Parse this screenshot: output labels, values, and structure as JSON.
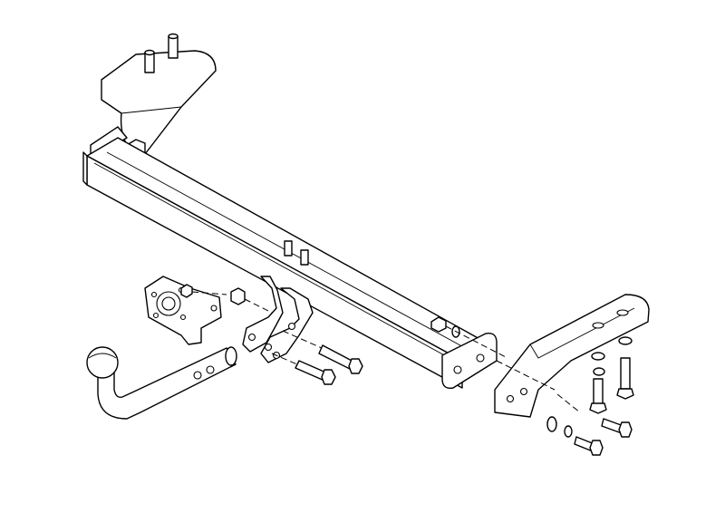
{
  "diagram": {
    "type": "exploded-assembly-drawing",
    "background": "#ffffff",
    "line_color": "#000000",
    "parts": [
      "main-crossbar",
      "left-side-bracket",
      "right-side-bracket",
      "center-hanger-plates",
      "socket-plate",
      "tow-ball-neck",
      "bolts",
      "washers",
      "nuts"
    ]
  }
}
